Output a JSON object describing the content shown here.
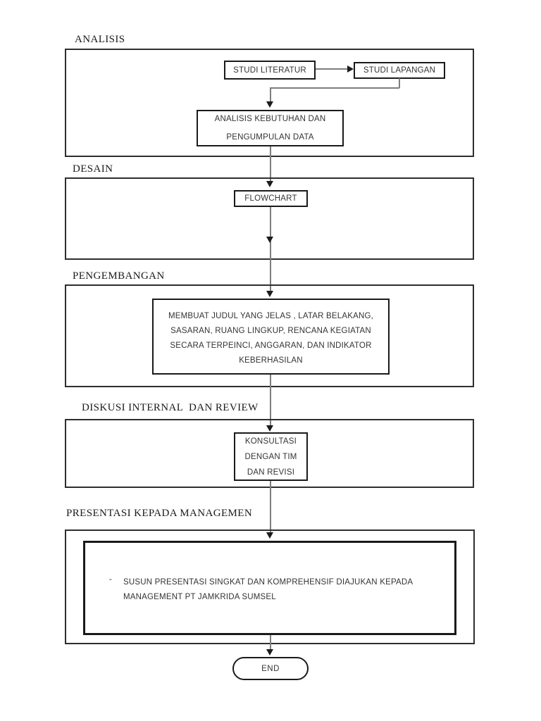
{
  "sections": {
    "analisis": {
      "label": "ANALISIS"
    },
    "desain": {
      "label": "DESAIN"
    },
    "pengembangan": {
      "label": "PENGEMBANGAN"
    },
    "diskusi": {
      "label": "DISKUSI INTERNAL  DAN REVIEW"
    },
    "presentasi": {
      "label": "PRESENTASI KEPADA MANAGEMEN"
    }
  },
  "nodes": {
    "studi_literatur": {
      "label": "STUDI LITERATUR"
    },
    "studi_lapangan": {
      "label": "STUDI LAPANGAN"
    },
    "analisis_kebutuhan": {
      "line1": "ANALISIS KEBUTUHAN DAN",
      "line2": "PENGUMPULAN DATA"
    },
    "flowchart": {
      "label": "FLOWCHART"
    },
    "pengembangan_detail": {
      "line1": "MEMBUAT JUDUL YANG JELAS , LATAR BELAKANG,",
      "line2": "SASARAN, RUANG LINGKUP, RENCANA KEGIATAN",
      "line3": "SECARA TERPEINCI, ANGGARAN, DAN INDIKATOR",
      "line4": "KEBERHASILAN"
    },
    "konsultasi": {
      "line1": "KONSULTASI",
      "line2": "DENGAN TIM",
      "line3": "DAN REVISI"
    },
    "presentasi_detail": {
      "bullet": "-",
      "line1": "SUSUN PRESENTASI SINGKAT DAN KOMPREHENSIF DIAJUKAN KEPADA",
      "line2": "MANAGEMENT PT JAMKRIDA SUMSEL"
    },
    "end": {
      "label": "END"
    }
  },
  "flow_order": [
    "STUDI LITERATUR",
    "STUDI LAPANGAN",
    "ANALISIS KEBUTUHAN DAN PENGUMPULAN DATA",
    "FLOWCHART",
    "MEMBUAT JUDUL YANG JELAS, LATAR BELAKANG, SASARAN, RUANG LINGKUP, RENCANA KEGIATAN SECARA TERPEINCI, ANGGARAN, DAN INDIKATOR KEBERHASILAN",
    "KONSULTASI DENGAN TIM DAN REVISI",
    "SUSUN PRESENTASI SINGKAT DAN KOMPREHENSIF DIAJUKAN KEPADA MANAGEMENT PT JAMKRIDA SUMSEL",
    "END"
  ],
  "colors": {
    "background": "#ffffff",
    "section_border": "#2e2e2e",
    "node_border": "#1a1a1a",
    "connector_line": "#7d7d7d",
    "arrowhead": "#1c1c1c",
    "text": "#333333",
    "label_text": "#1b1b1b"
  }
}
